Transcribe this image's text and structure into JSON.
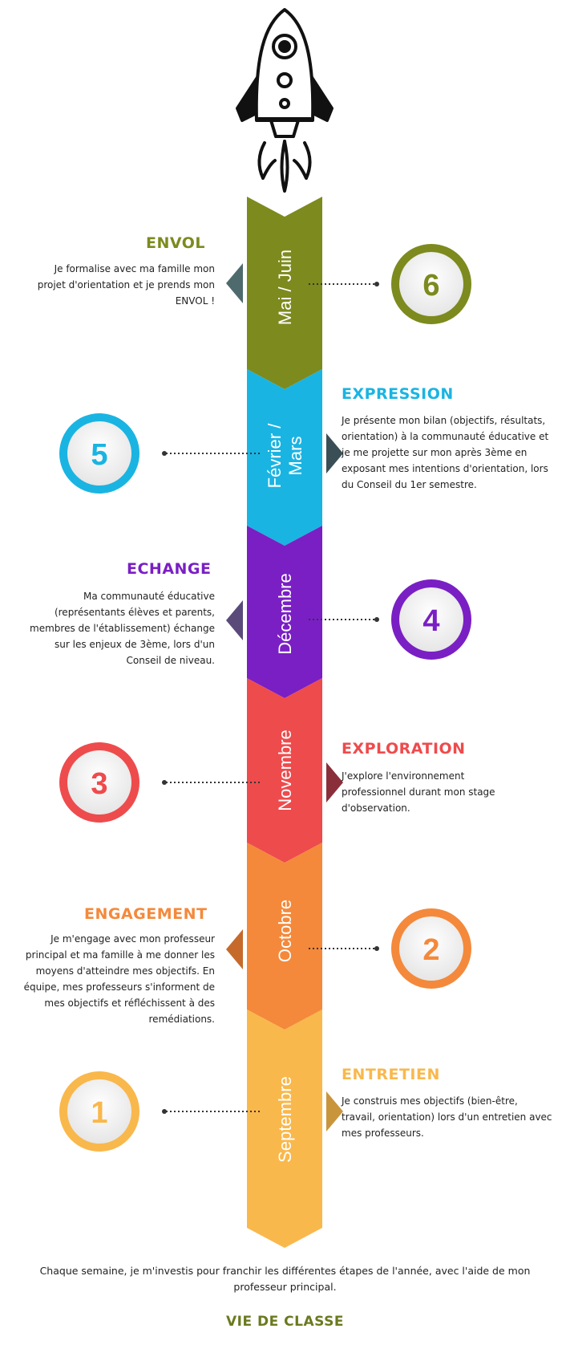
{
  "colors": {
    "olive": "#7d8a1e",
    "cyan": "#1ab4e2",
    "purple": "#7a1fc4",
    "red": "#ee4b4d",
    "orange": "#f4893b",
    "yellow": "#f9b84c"
  },
  "steps": [
    {
      "number": "6",
      "month": "Mai / Juin",
      "heading": "ENVOL",
      "text": "Je formalise avec ma famille mon projet d'orientation et je prends mon ENVOL !",
      "color": "#7d8a1e"
    },
    {
      "number": "5",
      "month_line1": "Février /",
      "month_line2": "Mars",
      "heading": "EXPRESSION",
      "text": "Je présente mon bilan (objectifs, résultats, orientation) à la communauté éducative et je me projette sur mon après 3ème en exposant mes intentions d'orientation, lors du Conseil du 1er semestre.",
      "color": "#1ab4e2"
    },
    {
      "number": "4",
      "month": "Décembre",
      "heading": "ECHANGE",
      "text": "Ma communauté éducative (représentants élèves et parents, membres de l'établissement) échange sur les enjeux de 3ème, lors d'un Conseil de niveau.",
      "color": "#7a1fc4"
    },
    {
      "number": "3",
      "month": "Novembre",
      "heading": "EXPLORATION",
      "text": "J'explore l'environnement professionnel durant mon stage d'observation.",
      "color": "#ee4b4d"
    },
    {
      "number": "2",
      "month": "Octobre",
      "heading": "ENGAGEMENT",
      "text": "Je m'engage avec mon professeur principal et ma famille à me donner les moyens d'atteindre mes objectifs. En équipe, mes professeurs s'informent de mes objectifs et réfléchissent à des remédiations.",
      "color": "#f4893b"
    },
    {
      "number": "1",
      "month": "Septembre",
      "heading": "ENTRETIEN",
      "text": "Je construis mes objectifs (bien-être, travail, orientation) lors d'un entretien avec mes professeurs.",
      "color": "#f9b84c"
    }
  ],
  "footer": {
    "text": "Chaque semaine, je m'investis pour franchir les différentes étapes de l'année, avec l'aide de mon professeur principal.",
    "title": "VIE DE CLASSE"
  },
  "icons": {
    "rocket": "rocket-icon"
  }
}
